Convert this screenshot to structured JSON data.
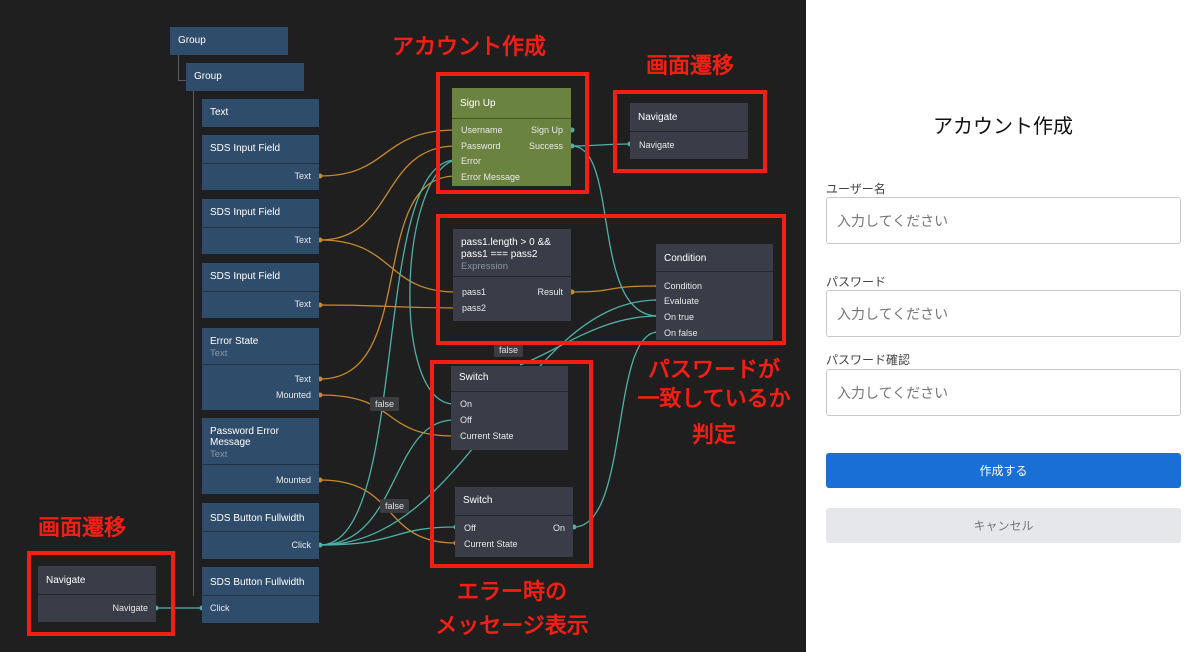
{
  "tree": {
    "group1": "Group",
    "group2": "Group",
    "text": "Text",
    "input1": {
      "title": "SDS Input Field",
      "port": "Text"
    },
    "input2": {
      "title": "SDS Input Field",
      "port": "Text"
    },
    "input3": {
      "title": "SDS Input Field",
      "port": "Text"
    },
    "error_state": {
      "title": "Error State",
      "sub": "Text",
      "port_text": "Text",
      "port_mounted": "Mounted"
    },
    "password_error": {
      "title_line1": "Password Error",
      "title_line2": "Message",
      "sub": "Text",
      "port_mounted": "Mounted"
    },
    "button1": {
      "title": "SDS Button Fullwidth",
      "port": "Click"
    },
    "button2": {
      "title": "SDS Button Fullwidth",
      "port": "Click"
    }
  },
  "signup": {
    "title": "Sign Up",
    "in_username": "Username",
    "in_password": "Password",
    "in_error": "Error",
    "in_error_message": "Error Message",
    "out_signup": "Sign Up",
    "out_success": "Success"
  },
  "navigate_top": {
    "title": "Navigate",
    "in": "Navigate"
  },
  "navigate_bottom": {
    "title": "Navigate",
    "in": "Navigate"
  },
  "expression": {
    "line1": "pass1.length > 0 &&",
    "line2": "pass1 === pass2",
    "sub": "Expression",
    "in_pass1": "pass1",
    "in_pass2": "pass2",
    "out_result": "Result"
  },
  "condition": {
    "title": "Condition",
    "in_condition": "Condition",
    "in_evaluate": "Evaluate",
    "out_on_true": "On true",
    "out_on_false": "On false"
  },
  "switch1": {
    "title": "Switch",
    "in_on": "On",
    "in_off": "Off",
    "in_current_state": "Current State"
  },
  "switch2": {
    "title": "Switch",
    "in_off": "Off",
    "out_on": "On",
    "in_current_state": "Current State"
  },
  "tags": {
    "false1": "false",
    "false2": "false",
    "false3": "false"
  },
  "annotations": {
    "account_create": "アカウント作成",
    "screen_transition_top": "画面遷移",
    "screen_transition_bottom": "画面遷移",
    "password_match_l1": "パスワードが",
    "password_match_l2": "一致しているか",
    "password_match_l3": "判定",
    "error_msg_l1": "エラー時の",
    "error_msg_l2": "メッセージ表示"
  },
  "form": {
    "title": "アカウント作成",
    "username_label": "ユーザー名",
    "username_placeholder": "入力してください",
    "password_label": "パスワード",
    "password_placeholder": "入力してください",
    "confirm_label": "パスワード確認",
    "confirm_placeholder": "入力してください",
    "submit": "作成する",
    "cancel": "キャンセル"
  },
  "colors": {
    "canvas_bg": "#1f1f1f",
    "visual_node": "#2f4d6b",
    "logic_node": "#3a3d47",
    "signup_node": "#6b8340",
    "data_wire": "#c98a2b",
    "signal_wire": "#4fb0a7",
    "annotation_red": "#f41e12",
    "primary_button": "#1a6fd6"
  }
}
